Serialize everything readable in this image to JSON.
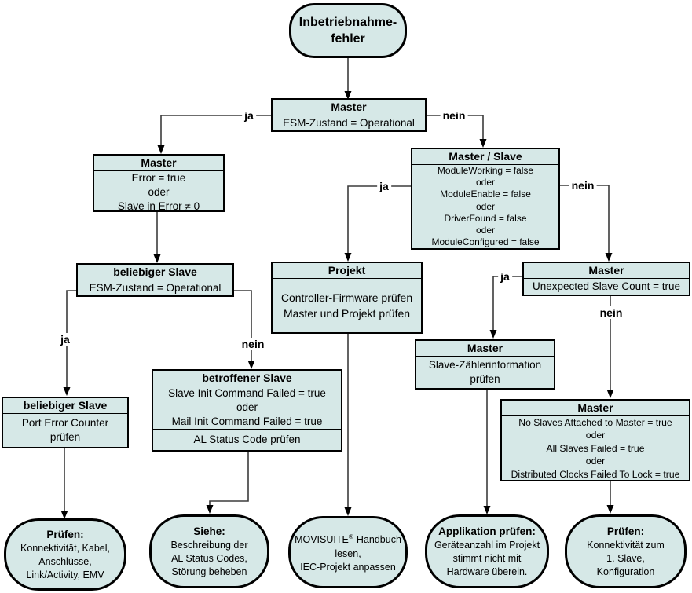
{
  "colors": {
    "node_fill": "#d6e8e7",
    "line": "#3c3c3c",
    "border": "#000000"
  },
  "labels": {
    "ja": "ja",
    "nein": "nein"
  },
  "nodes": {
    "start": {
      "line1": "Inbetriebnahme-",
      "line2": "fehler"
    },
    "master_esm": {
      "title": "Master",
      "lines": [
        "ESM-Zustand = Operational"
      ]
    },
    "master_error": {
      "title": "Master",
      "lines": [
        "Error = true",
        "oder",
        "Slave in Error ≠ 0"
      ]
    },
    "master_slave": {
      "title": "Master / Slave",
      "lines": [
        "ModuleWorking = false",
        "oder",
        "ModuleEnable = false",
        "oder",
        "DriverFound = false",
        "oder",
        "ModuleConfigured = false"
      ]
    },
    "any_slave_esm": {
      "title": "beliebiger Slave",
      "lines": [
        "ESM-Zustand = Operational"
      ]
    },
    "projekt": {
      "title": "Projekt",
      "lines": [
        "Controller-Firmware prüfen",
        "Master und Projekt prüfen"
      ]
    },
    "master_unexpected": {
      "title": "Master",
      "lines": [
        "Unexpected Slave Count = true"
      ]
    },
    "any_slave_port": {
      "title": "beliebiger Slave",
      "lines": [
        "Port Error Counter",
        "prüfen"
      ]
    },
    "master_counter": {
      "title": "Master",
      "lines": [
        "Slave-Zählerinformation",
        "prüfen"
      ]
    },
    "affected_slave": {
      "title": "betroffener Slave",
      "lines": [
        "Slave Init Command Failed = true",
        "oder",
        "Mail Init Command Failed = true"
      ],
      "footer": "AL Status Code prüfen"
    },
    "master_noslaves": {
      "title": "Master",
      "lines": [
        "No Slaves Attached to Master = true",
        "oder",
        "All Slaves Failed = true",
        "oder",
        "Distributed Clocks Failed To Lock = true"
      ]
    }
  },
  "terminals": {
    "check_connectivity": {
      "heading": "Prüfen:",
      "lines": [
        "Konnektivität, Kabel,",
        "Anschlüsse,",
        "Link/Activity, EMV"
      ]
    },
    "see_al_codes": {
      "heading": "Siehe:",
      "lines": [
        "Beschreibung der",
        "AL Status Codes,",
        "Störung beheben"
      ]
    },
    "movisuite": {
      "line1_pre": "MOVISUITE",
      "line1_sup": "®",
      "line1_post": "-Handbuch",
      "line2": "lesen,",
      "line3": "IEC-Projekt anpassen"
    },
    "check_application": {
      "heading": "Applikation prüfen:",
      "lines": [
        "Geräteanzahl im Projekt",
        "stimmt nicht mit",
        "Hardware überein."
      ]
    },
    "check_first_slave": {
      "heading": "Prüfen:",
      "lines": [
        "Konnektivität zum",
        "1. Slave,",
        "Konfiguration"
      ]
    }
  }
}
